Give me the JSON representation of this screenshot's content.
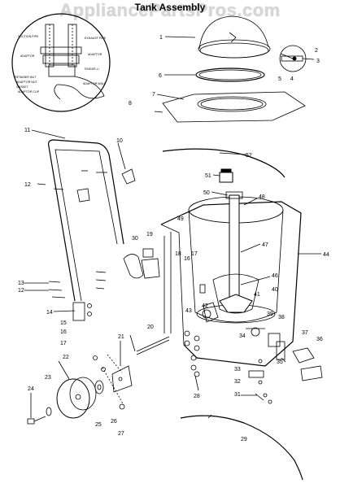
{
  "watermark": "AppliancePartsPros.com",
  "title": "Tank Assembly",
  "detail_labels": [
    {
      "id": "suction",
      "text": "SUCTION PIPE"
    },
    {
      "id": "exhaust",
      "text": "EXHAUST PIPE"
    },
    {
      "id": "adaptor_l",
      "text": "ADAPTOR"
    },
    {
      "id": "adaptor_r",
      "text": "ADAPTOR"
    },
    {
      "id": "finger",
      "text": "FINGER LI"
    },
    {
      "id": "retainer",
      "text": "RETAINER NUT"
    },
    {
      "id": "adaptor_nut",
      "text": "ADAPTOR NUT"
    },
    {
      "id": "gasket",
      "text": "GASKET"
    },
    {
      "id": "clip",
      "text": "ADAPTOR CLIP"
    },
    {
      "id": "wall",
      "text": "ADAPTOR WALL"
    }
  ],
  "callouts": [
    {
      "id": "1",
      "text": "1"
    },
    {
      "id": "2",
      "text": "2"
    },
    {
      "id": "3",
      "text": "3"
    },
    {
      "id": "4",
      "text": "4"
    },
    {
      "id": "5",
      "text": "5"
    },
    {
      "id": "6",
      "text": "6"
    },
    {
      "id": "7",
      "text": "7"
    },
    {
      "id": "8",
      "text": "8"
    },
    {
      "id": "10",
      "text": "10"
    },
    {
      "id": "11",
      "text": "11"
    },
    {
      "id": "12a",
      "text": "12"
    },
    {
      "id": "12b",
      "text": "12"
    },
    {
      "id": "13",
      "text": "13"
    },
    {
      "id": "14",
      "text": "14"
    },
    {
      "id": "15",
      "text": "15"
    },
    {
      "id": "16a",
      "text": "16"
    },
    {
      "id": "16b",
      "text": "16"
    },
    {
      "id": "17a",
      "text": "17"
    },
    {
      "id": "17b",
      "text": "17"
    },
    {
      "id": "18",
      "text": "18"
    },
    {
      "id": "19",
      "text": "19"
    },
    {
      "id": "20",
      "text": "20"
    },
    {
      "id": "21",
      "text": "21"
    },
    {
      "id": "22",
      "text": "22"
    },
    {
      "id": "23",
      "text": "23"
    },
    {
      "id": "24",
      "text": "24"
    },
    {
      "id": "25",
      "text": "25"
    },
    {
      "id": "26",
      "text": "26"
    },
    {
      "id": "27",
      "text": "27"
    },
    {
      "id": "28",
      "text": "28"
    },
    {
      "id": "29",
      "text": "29"
    },
    {
      "id": "30",
      "text": "30"
    },
    {
      "id": "31",
      "text": "31"
    },
    {
      "id": "32",
      "text": "32"
    },
    {
      "id": "33",
      "text": "33"
    },
    {
      "id": "34",
      "text": "34"
    },
    {
      "id": "35",
      "text": "35"
    },
    {
      "id": "36",
      "text": "36"
    },
    {
      "id": "37",
      "text": "37"
    },
    {
      "id": "38",
      "text": "38"
    },
    {
      "id": "39",
      "text": "39"
    },
    {
      "id": "40",
      "text": "40"
    },
    {
      "id": "41",
      "text": "41"
    },
    {
      "id": "42",
      "text": "42"
    },
    {
      "id": "43",
      "text": "43"
    },
    {
      "id": "44",
      "text": "44"
    },
    {
      "id": "46",
      "text": "46"
    },
    {
      "id": "47",
      "text": "47"
    },
    {
      "id": "48",
      "text": "48"
    },
    {
      "id": "49",
      "text": "49"
    },
    {
      "id": "50",
      "text": "50"
    },
    {
      "id": "51",
      "text": "51"
    },
    {
      "id": "52",
      "text": "52"
    }
  ]
}
